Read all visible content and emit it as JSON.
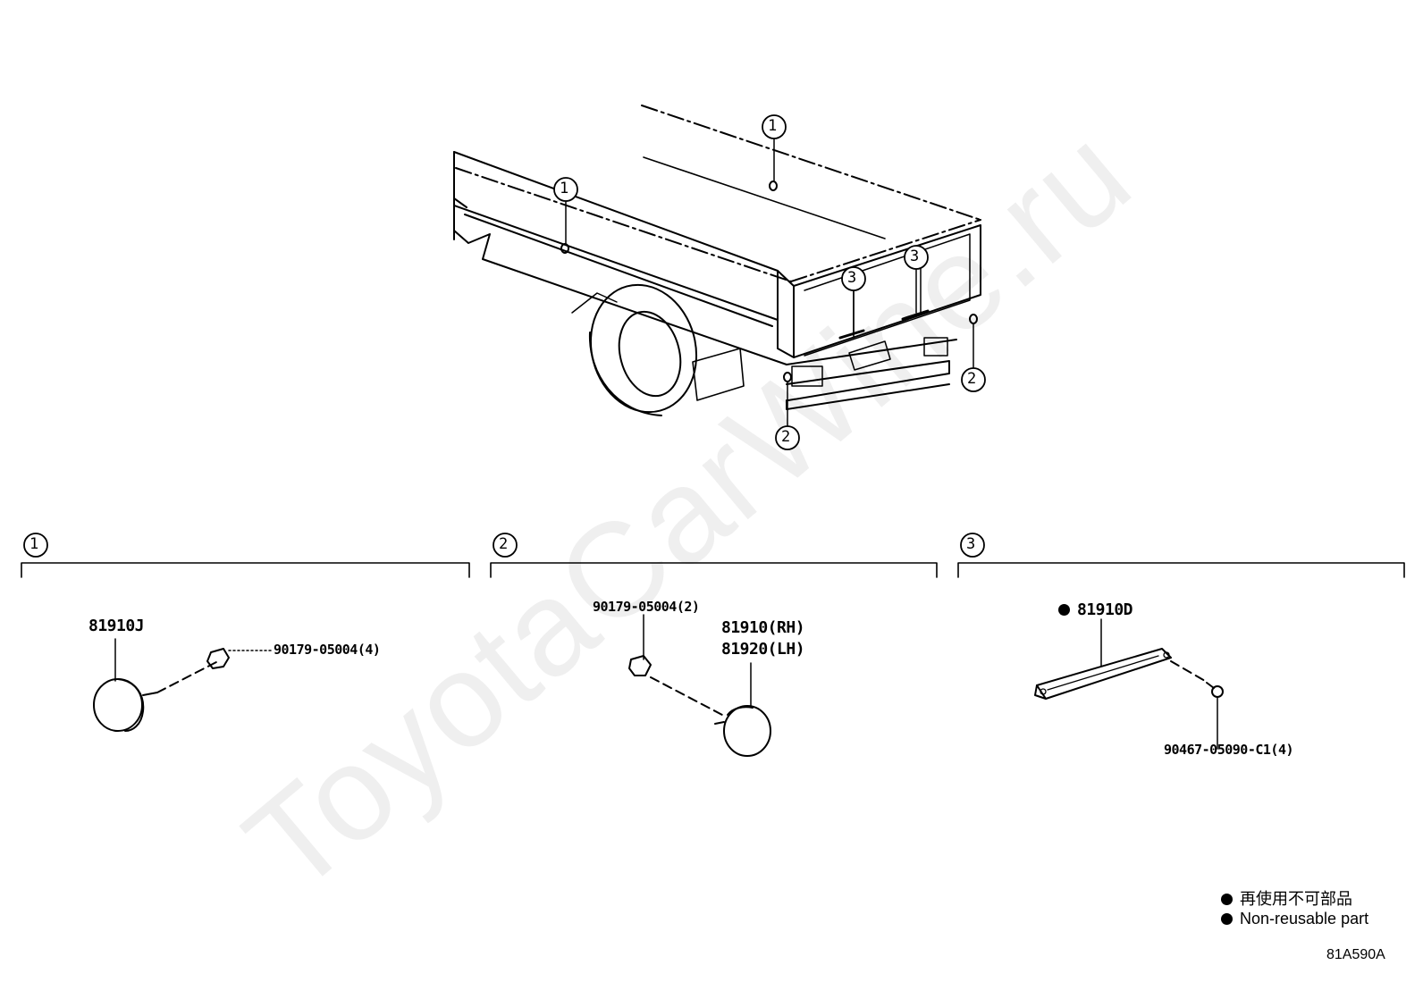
{
  "watermark": "ToyotaCarWine.ru",
  "callouts": {
    "one": "1",
    "two": "2",
    "three": "3"
  },
  "sections": [
    {
      "marker": "1",
      "parts": [
        {
          "number": "81910J"
        },
        {
          "number": "90179-05004(4)"
        }
      ]
    },
    {
      "marker": "2",
      "parts": [
        {
          "number": "90179-05004(2)"
        },
        {
          "number": "81910(RH)"
        },
        {
          "number": "81920(LH)"
        }
      ]
    },
    {
      "marker": "3",
      "parts": [
        {
          "number": "81910D",
          "non_reusable": true
        },
        {
          "number": "90467-05090-C1(4)"
        }
      ]
    }
  ],
  "legend": {
    "japanese": "再使用不可部品",
    "english": "Non-reusable part"
  },
  "figure_code": "81A590A"
}
